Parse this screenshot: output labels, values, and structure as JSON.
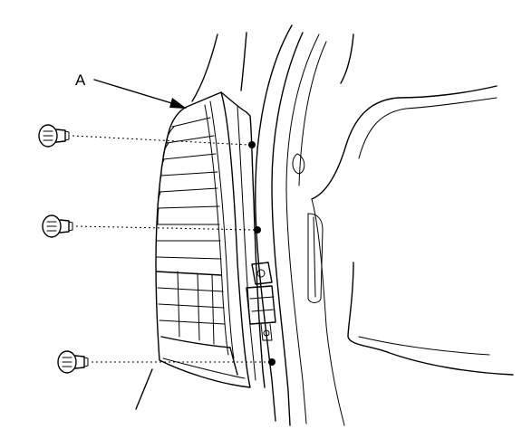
{
  "diagram": {
    "callout_label": "A",
    "components": {
      "part_a": "tail-lamp-assembly",
      "fastener": "bolt",
      "fastener_count": 3
    }
  }
}
